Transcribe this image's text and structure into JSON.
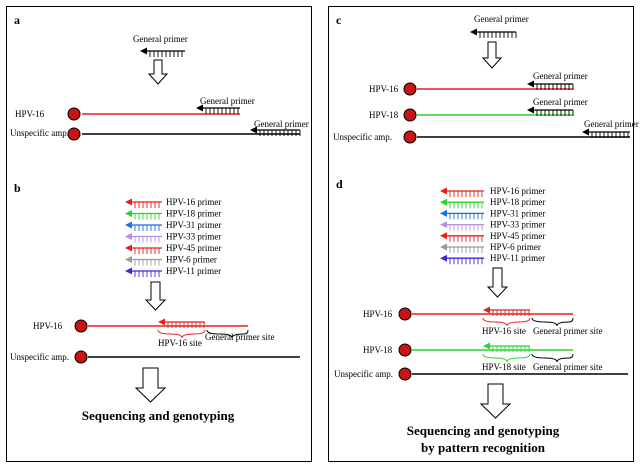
{
  "panel_a": {
    "letter": "a",
    "general_primer_top": "General primer",
    "hpv16_label": "HPV-16",
    "hpv16_primer": "General primer",
    "unspecific_label": "Unspecific amp.",
    "unspecific_primer": "General primer"
  },
  "panel_b": {
    "letter": "b",
    "primers": [
      {
        "label": "HPV-16 primer",
        "color": "#e8201a"
      },
      {
        "label": "HPV-18 primer",
        "color": "#2ad42a"
      },
      {
        "label": "HPV-31 primer",
        "color": "#1a6ee8"
      },
      {
        "label": "HPV-33 primer",
        "color": "#b890e0"
      },
      {
        "label": "HPV-45 primer",
        "color": "#e8201a"
      },
      {
        "label": "HPV-6 primer",
        "color": "#9a9a9a"
      },
      {
        "label": "HPV-11 primer",
        "color": "#3a2ad8"
      }
    ],
    "hpv16_label": "HPV-16",
    "site_label": "HPV-16 site",
    "general_site_label": "General primer site",
    "unspecific_label": "Unspecific amp.",
    "result": "Sequencing and genotyping"
  },
  "panel_c": {
    "letter": "c",
    "general_primer_top": "General primer",
    "hpv16_label": "HPV-16",
    "hpv16_primer": "General primer",
    "hpv18_label": "HPV-18",
    "hpv18_primer": "General primer",
    "unspecific_label": "Unspecific amp.",
    "unspecific_primer": "General primer"
  },
  "panel_d": {
    "letter": "d",
    "primers": [
      {
        "label": "HPV-16 primer",
        "color": "#e8201a"
      },
      {
        "label": "HPV-18 primer",
        "color": "#2ad42a"
      },
      {
        "label": "HPV-31 primer",
        "color": "#1a6ee8"
      },
      {
        "label": "HPV-33 primer",
        "color": "#b890e0"
      },
      {
        "label": "HPV-45 primer",
        "color": "#e8201a"
      },
      {
        "label": "HPV-6 primer",
        "color": "#9a9a9a"
      },
      {
        "label": "HPV-11 primer",
        "color": "#3a2ad8"
      }
    ],
    "hpv16_label": "HPV-16",
    "hpv16_site": "HPV-16 site",
    "hpv16_general_site": "General primer site",
    "hpv18_label": "HPV-18",
    "hpv18_site": "HPV-18 site",
    "hpv18_general_site": "General primer site",
    "unspecific_label": "Unspecific amp.",
    "result_line1": "Sequencing and genotyping",
    "result_line2": "by pattern recognition"
  },
  "colors": {
    "hpv16_line": "#e8201a",
    "hpv18_line": "#2ad42a",
    "unspecific_line": "#000000",
    "dot_fill": "#c81414"
  }
}
